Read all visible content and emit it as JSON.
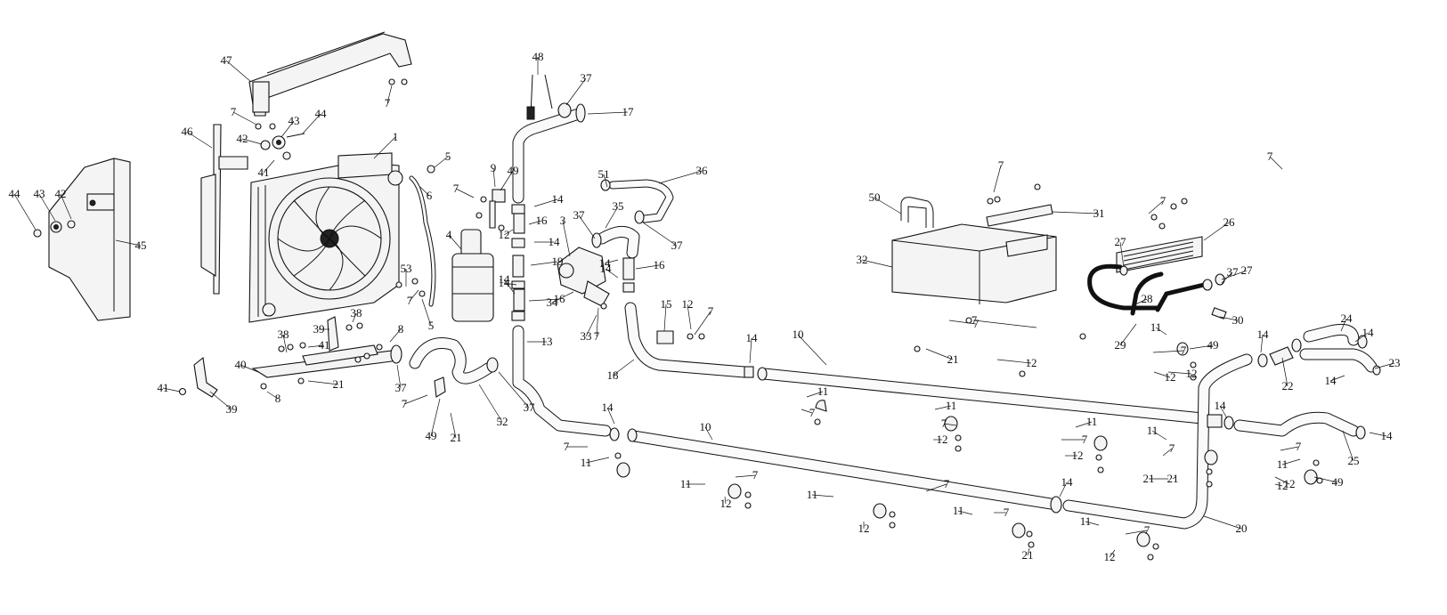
{
  "diagram": {
    "callouts": [
      "1",
      "3",
      "4",
      "5",
      "5",
      "6",
      "7",
      "7",
      "7",
      "7",
      "7",
      "7",
      "7",
      "7",
      "7",
      "7",
      "7",
      "7",
      "7",
      "7",
      "7",
      "7",
      "7",
      "7",
      "7",
      "7",
      "7",
      "7",
      "7",
      "8",
      "8",
      "9",
      "10",
      "10",
      "11",
      "11",
      "11",
      "11",
      "11",
      "11",
      "11",
      "11",
      "11",
      "11",
      "11",
      "12",
      "12",
      "12",
      "12",
      "12",
      "12",
      "12",
      "12",
      "12",
      "12",
      "12",
      "12",
      "13",
      "14",
      "14",
      "14",
      "14",
      "14",
      "14",
      "14",
      "14",
      "14",
      "14",
      "14",
      "14",
      "14",
      "14",
      "15",
      "16",
      "16",
      "16",
      "17",
      "18",
      "19",
      "20",
      "21",
      "21",
      "21",
      "21",
      "21",
      "21",
      "22",
      "23",
      "24",
      "25",
      "26",
      "27",
      "27",
      "28",
      "29",
      "30",
      "31",
      "32",
      "33",
      "34",
      "35",
      "36",
      "37",
      "37",
      "37",
      "37",
      "37",
      "37",
      "38",
      "38",
      "39",
      "39",
      "40",
      "41",
      "41",
      "41",
      "42",
      "42",
      "43",
      "43",
      "44",
      "44",
      "45",
      "46",
      "47",
      "48",
      "49",
      "49",
      "49",
      "49",
      "50",
      "51",
      "52",
      "53"
    ]
  }
}
